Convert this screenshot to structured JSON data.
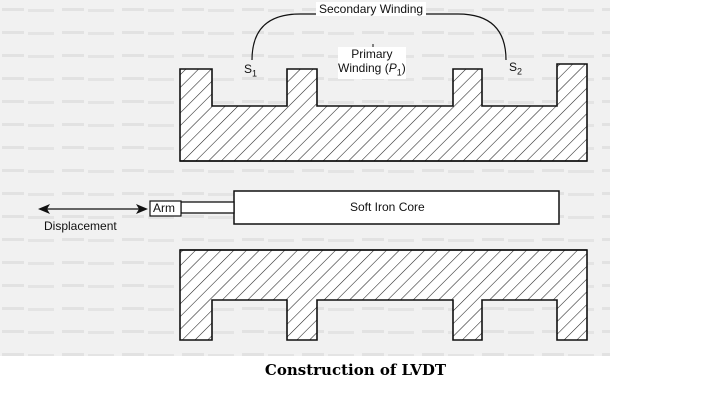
{
  "labels": {
    "secondary_winding": "Secondary Winding",
    "s1": "S",
    "s1_sub": "1",
    "s2": "S",
    "s2_sub": "2",
    "primary_line1": "Primary",
    "primary_line2_pre": "Winding (",
    "primary_line2_p": "P",
    "primary_line2_sub": "1",
    "primary_line2_post": ")",
    "arm": "Arm",
    "core": "Soft Iron Core",
    "displacement": "Displacement"
  },
  "caption": "Construction of LVDT"
}
